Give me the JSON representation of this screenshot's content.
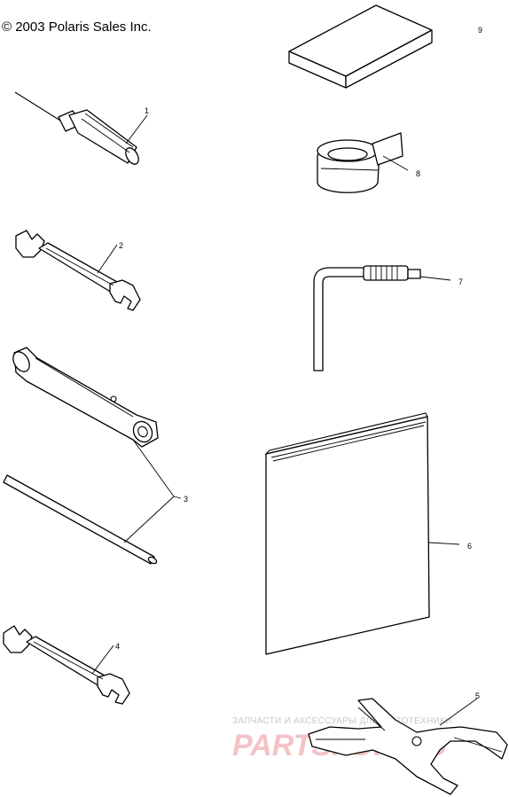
{
  "header": {
    "copyright": "© 2003 Polaris Sales Inc."
  },
  "callouts": {
    "screwdriver": "1",
    "open_end_wrench_upper": "2",
    "tube_wrench_set": "3",
    "open_end_wrench_lower": "4",
    "spanner": "5",
    "owners_manual": "6",
    "hex_key": "7",
    "tape_roll": "8",
    "pouch": "9"
  },
  "watermark": {
    "subtitle": "ЗАПЧАСТИ И АКСЕССУАРЫ ДЛЯ МОТОТЕХНИКИ",
    "brand": "PARTSFOR.RU"
  }
}
